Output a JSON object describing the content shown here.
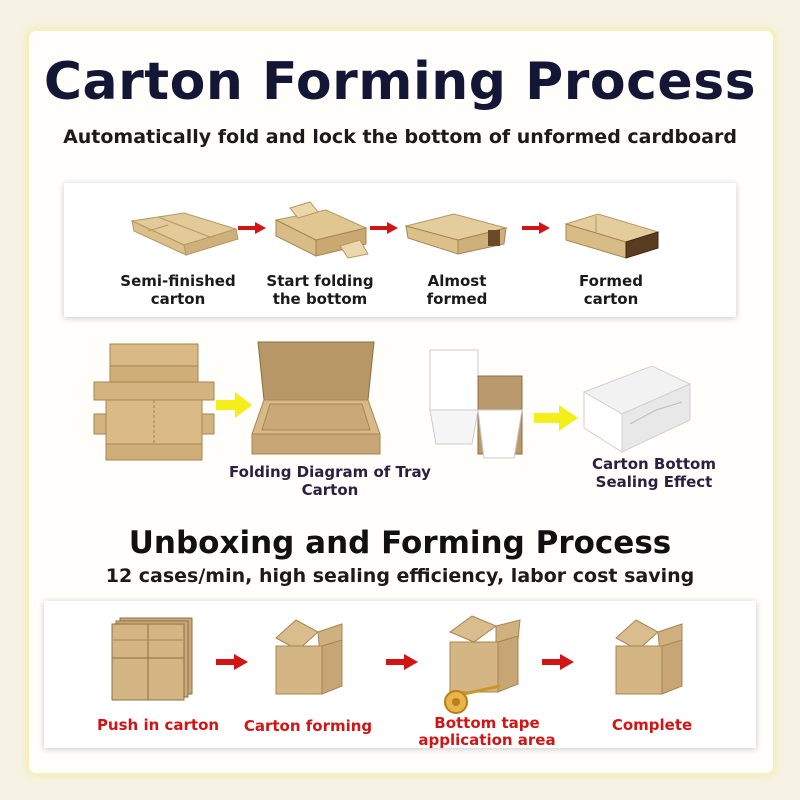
{
  "title": "Carton Forming Process",
  "subtitle": "Automatically fold and lock the bottom of unformed cardboard",
  "folding_steps": [
    {
      "line1": "Semi-finished",
      "line2": "carton"
    },
    {
      "line1": "Start folding",
      "line2": "the bottom"
    },
    {
      "line1": "Almost",
      "line2": "formed"
    },
    {
      "line1": "Formed",
      "line2": "carton"
    }
  ],
  "tray_caption": "Folding Diagram of Tray Carton",
  "bottom_caption": {
    "line1": "Carton Bottom",
    "line2": "Sealing Effect"
  },
  "section2": {
    "title": "Unboxing and Forming Process",
    "subtitle": "12 cases/min, high sealing efficiency, labor cost saving"
  },
  "unboxing_steps": [
    {
      "line1": "Push in carton",
      "line2": ""
    },
    {
      "line1": "Carton forming",
      "line2": ""
    },
    {
      "line1": "Bottom tape",
      "line2": "application area"
    },
    {
      "line1": "Complete",
      "line2": ""
    }
  ],
  "colors": {
    "title": "#141636",
    "kraft": "#d4b683",
    "kraft_dark": "#a88453",
    "arrow_red": "#d11515",
    "arrow_yellow": "#f4ee1a",
    "red_label": "#d11515"
  }
}
